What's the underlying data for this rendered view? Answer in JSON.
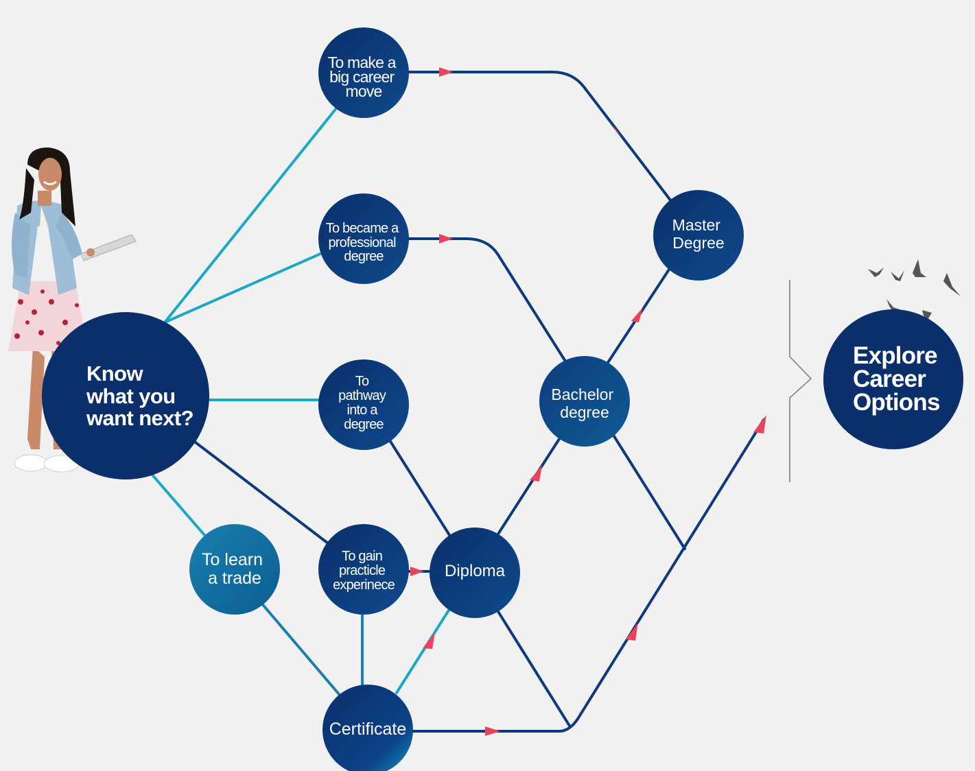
{
  "nodes": {
    "know": {
      "lines": [
        "Know",
        "what you",
        "want next?"
      ]
    },
    "career_move": {
      "lines": [
        "To make a",
        "big career",
        "move"
      ]
    },
    "professional": {
      "lines": [
        "To became a",
        "professional",
        "degree"
      ]
    },
    "pathway": {
      "lines": [
        "To",
        "pathway",
        "into a",
        "degree"
      ]
    },
    "learn_trade": {
      "lines": [
        "To learn",
        "a trade"
      ]
    },
    "gain_exp": {
      "lines": [
        "To gain",
        "practicle",
        "experinece"
      ]
    },
    "diploma": {
      "lines": [
        "Diploma"
      ]
    },
    "bachelor": {
      "lines": [
        "Bachelor",
        "degree"
      ]
    },
    "master": {
      "lines": [
        "Master",
        "Degree"
      ]
    },
    "certificate": {
      "lines": [
        "Certificate"
      ]
    }
  },
  "cta": {
    "lines": [
      "Explore",
      "Career",
      "Options"
    ]
  },
  "colors": {
    "background": "#f1f1f2",
    "navy": "#0d3a7a",
    "dark_navy": "#0a2f6b",
    "teal": "#1aa8c6",
    "arrow": "#e8435a",
    "bracket": "#777777"
  },
  "icons": {
    "person": "student-with-tablet-illustration",
    "birds": "flying-birds-icon"
  }
}
